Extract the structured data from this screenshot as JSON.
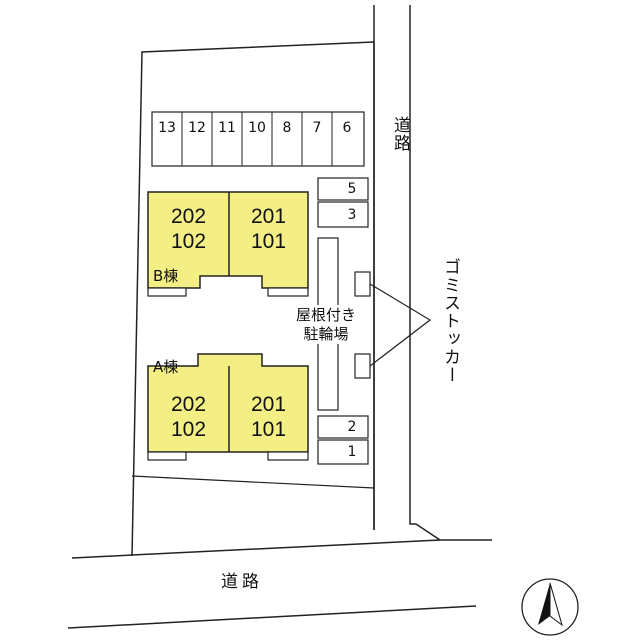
{
  "road_right": "道路",
  "road_bottom": "道路",
  "car_parking_slots": [
    "13",
    "12",
    "11",
    "10",
    "8",
    "7",
    "6"
  ],
  "upper_right_slots": [
    "5",
    "3"
  ],
  "lower_right_slots": [
    "2",
    "1"
  ],
  "building_b": {
    "label": "B棟",
    "unit_left_top": "202",
    "unit_left_bottom": "102",
    "unit_right_top": "201",
    "unit_right_bottom": "101"
  },
  "building_a": {
    "label": "A棟",
    "unit_left_top": "202",
    "unit_left_bottom": "102",
    "unit_right_top": "201",
    "unit_right_bottom": "101"
  },
  "bicycle_parking": {
    "line1": "屋根付き",
    "line2": "駐輪場"
  },
  "garbage_stocker": "ゴミストッカー",
  "colors": {
    "building_fill": "#f3ef84",
    "line": "#1a1a1a",
    "background": "#ffffff"
  },
  "compass_icon": "north-arrow-icon"
}
